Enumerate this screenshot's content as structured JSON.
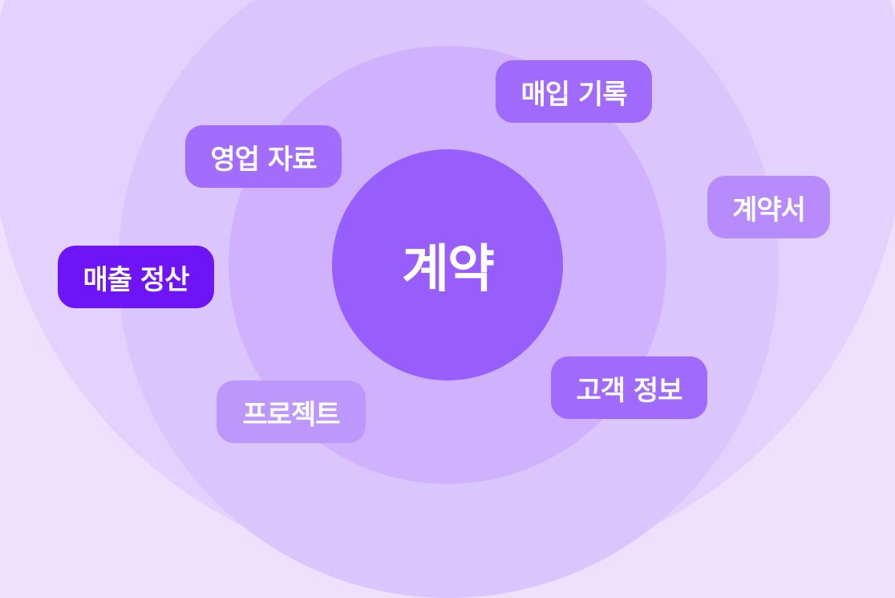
{
  "diagram": {
    "center": {
      "label": "계약",
      "color": "#985EFD"
    },
    "nodes": [
      {
        "id": "purchase-records",
        "label": "매입 기록",
        "color": "#A06BFD"
      },
      {
        "id": "sales-materials",
        "label": "영업 자료",
        "color": "#A26DFD"
      },
      {
        "id": "contract-document",
        "label": "계약서",
        "color": "#B88BFC"
      },
      {
        "id": "sales-settlement",
        "label": "매출 정산",
        "color": "#6E14F7"
      },
      {
        "id": "customer-info",
        "label": "고객 정보",
        "color": "#A06BFD"
      },
      {
        "id": "project",
        "label": "프로젝트",
        "color": "#BE97FC"
      }
    ],
    "rings": {
      "outer": "#E3D2FD",
      "middle": "#DAC6FC",
      "inner": "#CFB1FD",
      "background": "#EEE1FD"
    }
  }
}
